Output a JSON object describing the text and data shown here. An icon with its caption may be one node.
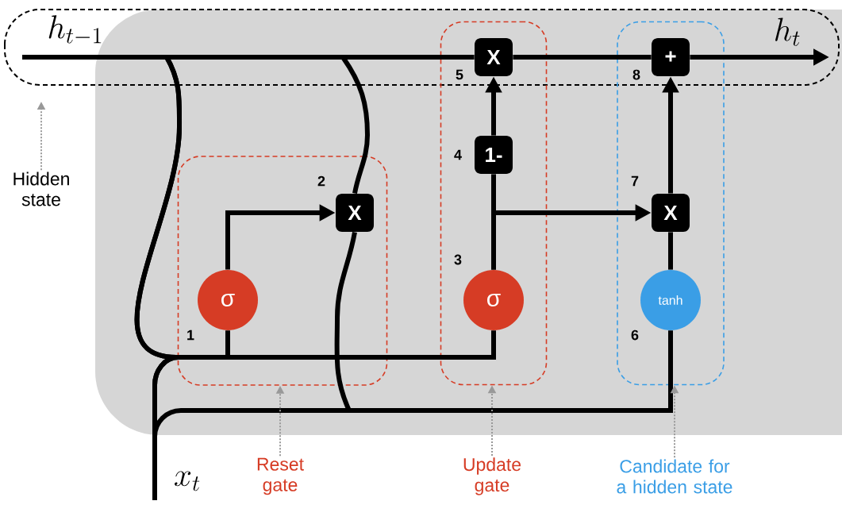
{
  "diagram": {
    "nodes": [
      {
        "text": [],
        "shape": "box"
      },
      {
        "text": [],
        "shape": "box"
      },
      {
        "text": [],
        "shape": "box"
      },
      {
        "text": [
          "σ"
        ],
        "beside": [
          "1"
        ],
        "in": 0
      },
      {
        "text": [
          "X"
        ],
        "beside": [
          "2"
        ],
        "in": 0
      },
      {
        "text": [
          "σ"
        ],
        "beside": [
          "3"
        ],
        "in": 1
      },
      {
        "text": [
          "1-"
        ],
        "beside": [
          "4"
        ],
        "in": 1
      },
      {
        "text": [
          "X"
        ],
        "beside": [
          "5"
        ],
        "in": 1
      },
      {
        "text": [
          "tanh"
        ],
        "beside": [
          "6"
        ],
        "in": 2
      },
      {
        "text": [
          "X"
        ],
        "beside": [
          "7"
        ],
        "in": 2
      },
      {
        "text": [
          "+"
        ],
        "beside": [
          "8"
        ],
        "in": 2
      },
      {
        "text": [
          "Hidden state"
        ]
      },
      {
        "text": [
          "Reset gate"
        ]
      },
      {
        "text": [
          "Update gate"
        ]
      },
      {
        "text": [
          "Candidate for a hidden state"
        ]
      }
    ],
    "edges": [
      {
        "from": null,
        "to": 7,
        "arrow": "none"
      },
      {
        "from": 7,
        "to": 10,
        "arrow": "none"
      },
      {
        "from": 10,
        "to": null,
        "arrow": "to"
      },
      {
        "from": null,
        "to": 4,
        "arrow": "none"
      },
      {
        "from": 4,
        "to": 8,
        "arrow": "none"
      },
      {
        "from": null,
        "to": 3,
        "arrow": "none"
      },
      {
        "from": null,
        "to": 5,
        "arrow": "none"
      },
      {
        "from": null,
        "to": 3,
        "arrow": "none"
      },
      {
        "from": null,
        "to": 5,
        "arrow": "none"
      },
      {
        "from": null,
        "to": 8,
        "arrow": "none"
      },
      {
        "from": 3,
        "to": 4,
        "arrow": "to"
      },
      {
        "from": 5,
        "to": 6,
        "arrow": "none"
      },
      {
        "from": 6,
        "to": 7,
        "arrow": "to"
      },
      {
        "from": 5,
        "to": 9,
        "arrow": "to"
      },
      {
        "from": 8,
        "to": 9,
        "arrow": "none"
      },
      {
        "from": 9,
        "to": 10,
        "arrow": "to"
      },
      {
        "from": 11,
        "to": null,
        "arrow": "to",
        "style": "dashed",
        "color": "#999999"
      },
      {
        "from": 12,
        "to": 0,
        "arrow": "to",
        "style": "dashed",
        "color": "#999999"
      },
      {
        "from": 13,
        "to": 1,
        "arrow": "to",
        "style": "dashed",
        "color": "#999999"
      },
      {
        "from": 14,
        "to": 2,
        "arrow": "to",
        "style": "dashed",
        "color": "#999999"
      }
    ],
    "labels": [
      "h_{t-1}",
      "h_t",
      "x_t"
    ]
  }
}
